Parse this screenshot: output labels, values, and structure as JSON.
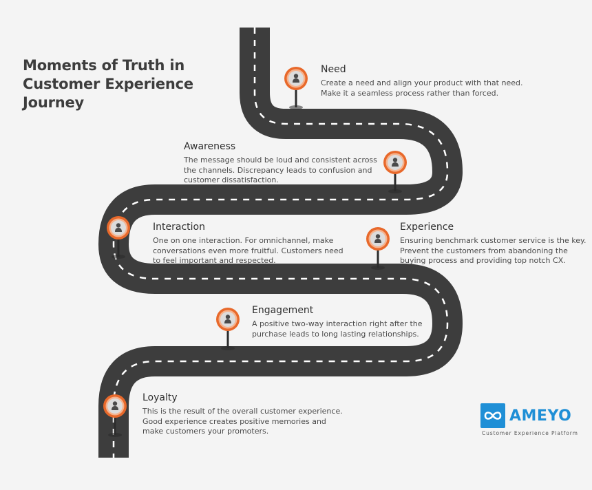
{
  "title_lines": [
    "Moments of Truth in",
    "Customer Experience",
    "Journey"
  ],
  "stages": [
    {
      "title": "Need",
      "lines": [
        "Create a need and align your product with that need.",
        "Make it a seamless process rather than forced."
      ]
    },
    {
      "title": "Awareness",
      "lines": [
        "The message should be loud and consistent across",
        "the channels. Discrepancy leads to confusion and",
        "customer dissatisfaction."
      ]
    },
    {
      "title": "Interaction",
      "lines": [
        "One on one interaction. For omnichannel, make",
        "conversations even more fruitful. Customers need",
        "to feel important and respected."
      ]
    },
    {
      "title": "Experience",
      "lines": [
        "Ensuring benchmark customer service is the key.",
        "Prevent the customers from abandoning the",
        "buying process and providing top notch CX."
      ]
    },
    {
      "title": "Engagement",
      "lines": [
        "A positive two-way interaction right after the",
        "purchase leads to long lasting relationships."
      ]
    },
    {
      "title": "Loyalty",
      "lines": [
        "This is the result of the overall customer experience.",
        "Good experience creates positive memories and",
        "make customers your promoters."
      ]
    }
  ],
  "logo": {
    "name": "AMEYO",
    "tagline": "Customer Experience Platform",
    "icon": "infinity-icon"
  },
  "icons": {
    "pin": "person-pin-icon"
  },
  "colors": {
    "road": "#3d3d3d",
    "lane": "#ffffff",
    "pin_ring": "#e8692b",
    "pin_inner": "#dcdcdc",
    "person": "#4a4a4a",
    "brand": "#1f8fd6"
  }
}
